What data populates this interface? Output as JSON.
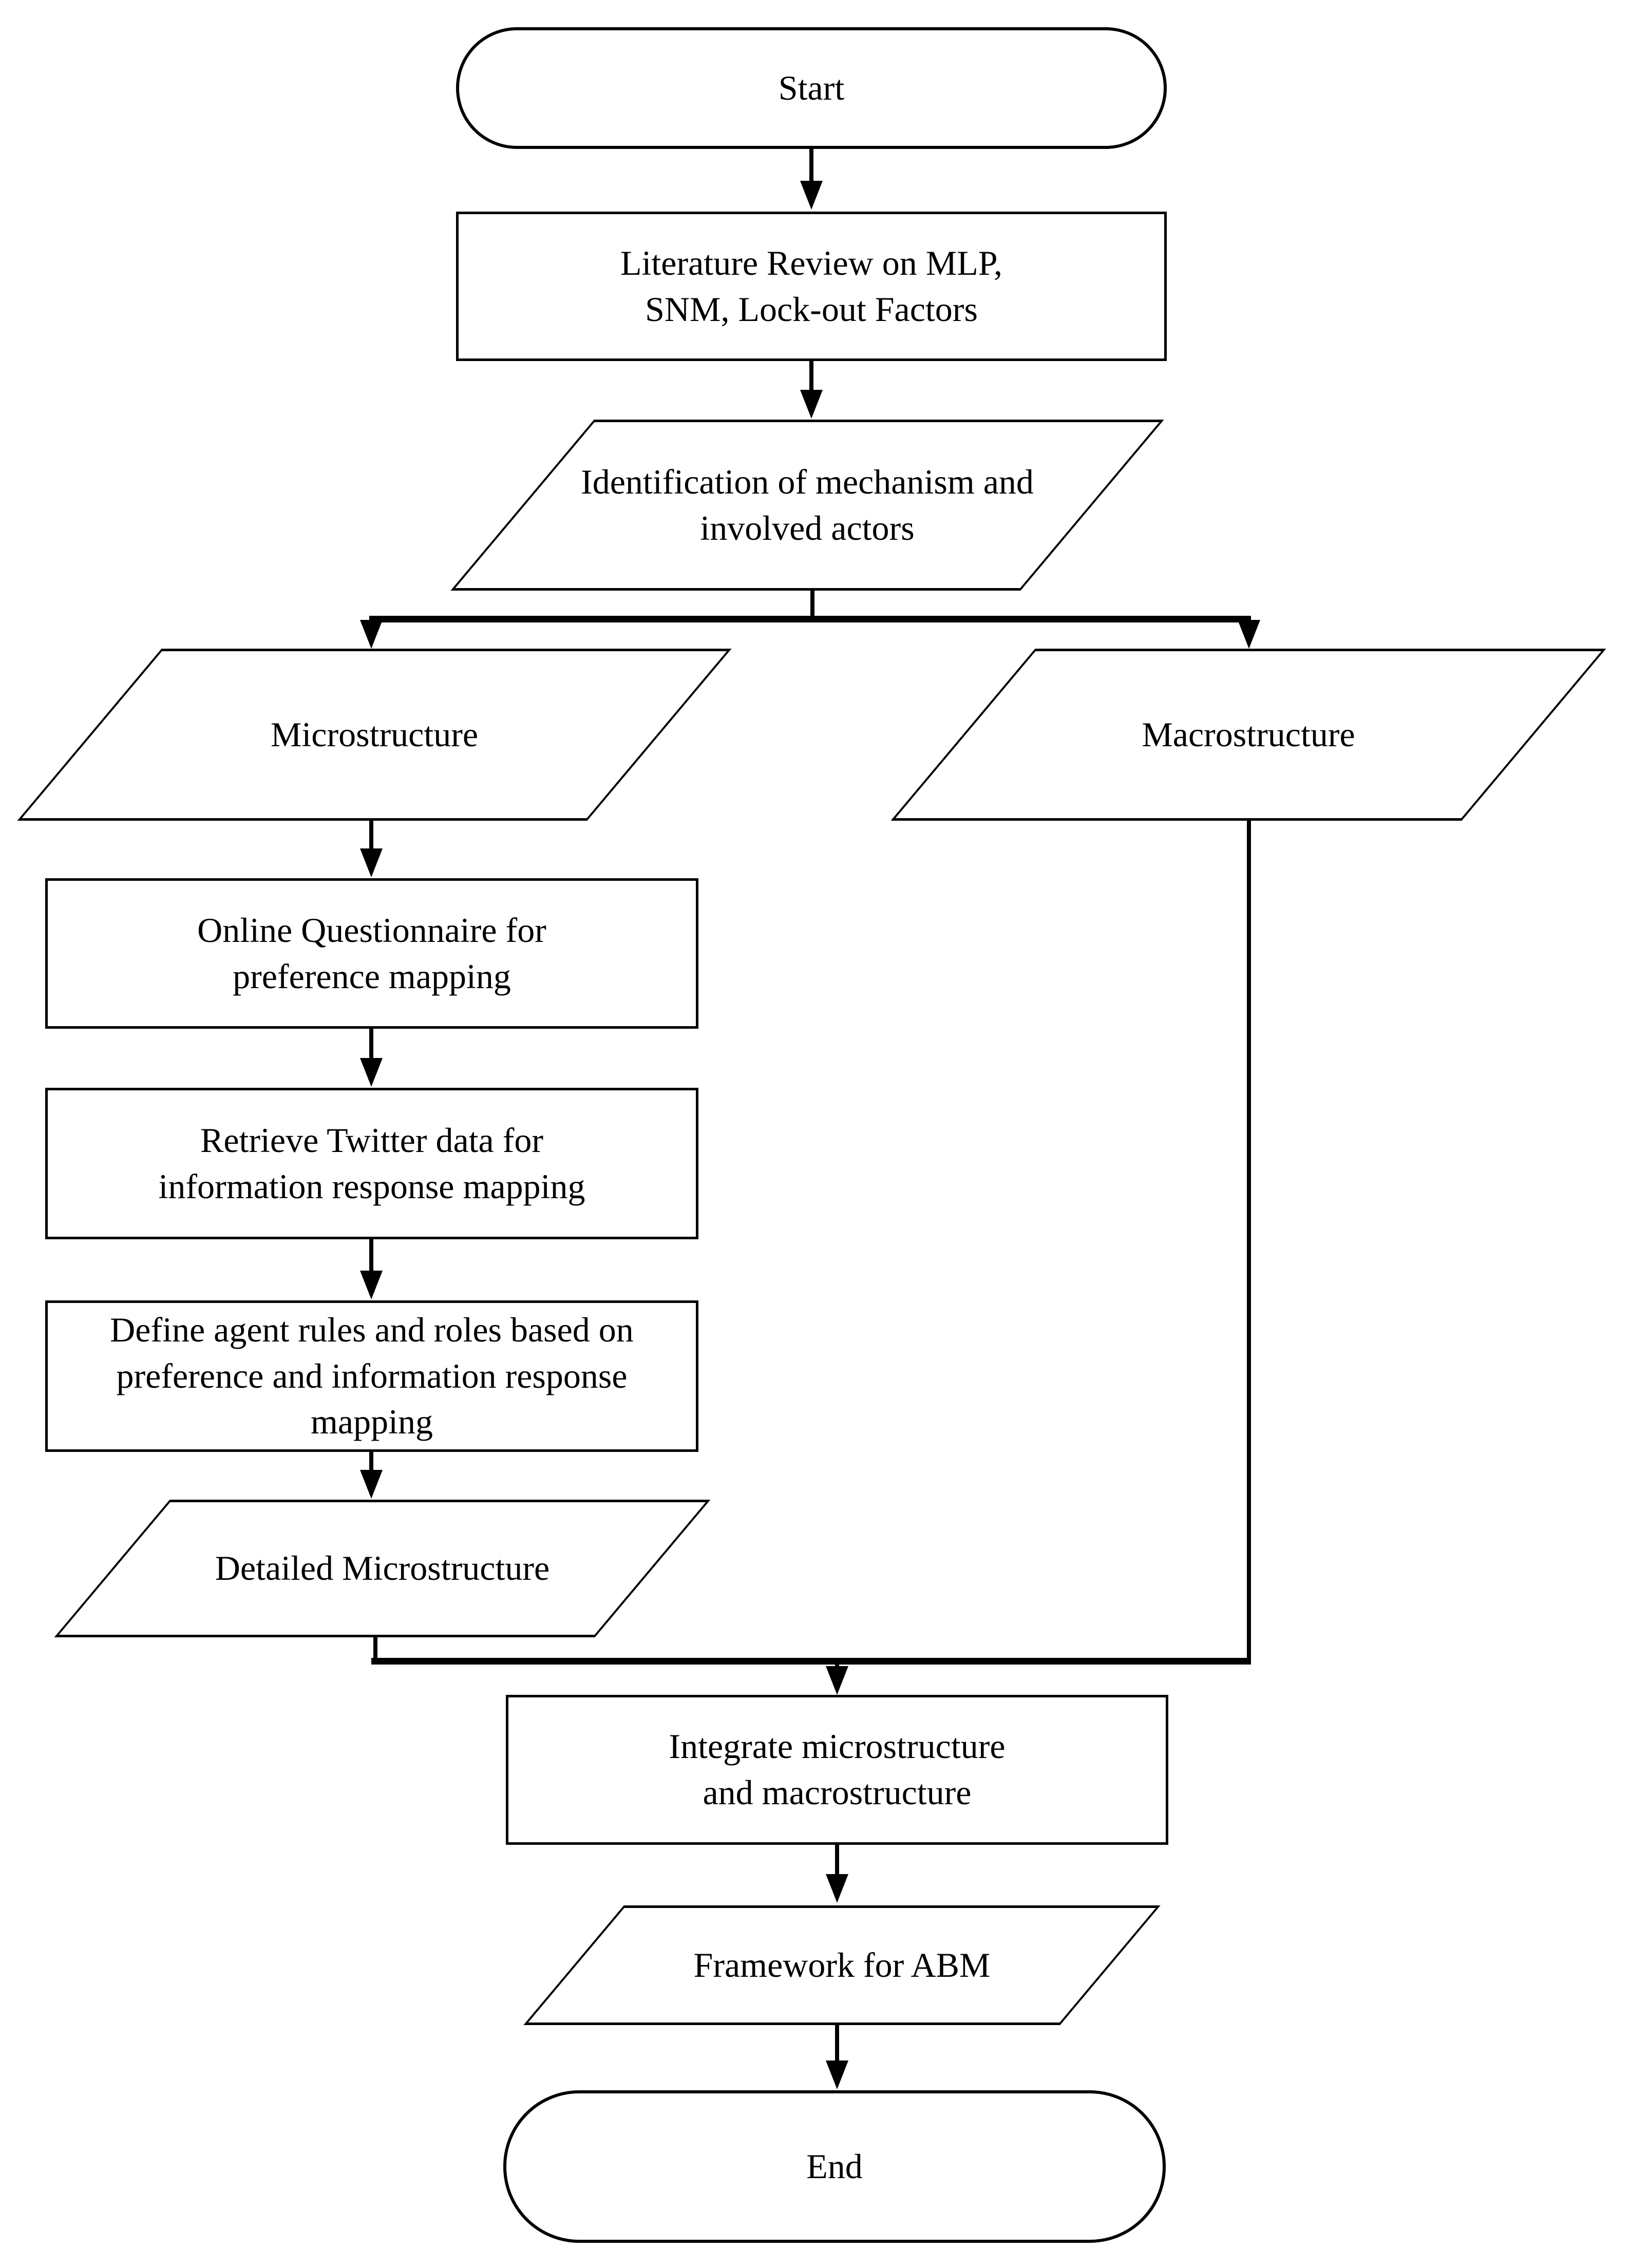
{
  "diagram": {
    "type": "flowchart",
    "colors": {
      "stroke": "#000000",
      "fill": "#ffffff",
      "background": "#ffffff"
    },
    "nodes": {
      "start": {
        "shape": "terminator",
        "label": "Start"
      },
      "literature": {
        "shape": "process",
        "lines": [
          "Literature Review on MLP,",
          "SNM, Lock-out Factors"
        ]
      },
      "identification": {
        "shape": "data",
        "lines": [
          "Identification of mechanism and",
          "involved actors"
        ]
      },
      "microstructure": {
        "shape": "data",
        "label": "Microstructure"
      },
      "macrostructure": {
        "shape": "data",
        "label": "Macrostructure"
      },
      "questionnaire": {
        "shape": "process",
        "lines": [
          "Online Questionnaire for",
          "preference mapping"
        ]
      },
      "twitter": {
        "shape": "process",
        "lines": [
          "Retrieve Twitter data for",
          "information response mapping"
        ]
      },
      "define": {
        "shape": "process",
        "lines": [
          "Define agent rules and roles based on",
          "preference and information response",
          "mapping"
        ]
      },
      "detailed": {
        "shape": "data",
        "label": "Detailed Microstructure"
      },
      "integrate": {
        "shape": "process",
        "lines": [
          "Integrate microstructure",
          "and macrostructure"
        ]
      },
      "framework": {
        "shape": "data",
        "label": "Framework for ABM"
      },
      "end": {
        "shape": "terminator",
        "label": "End"
      }
    },
    "edges": [
      {
        "from": "start",
        "to": "literature"
      },
      {
        "from": "literature",
        "to": "identification"
      },
      {
        "from": "identification",
        "to": "microstructure"
      },
      {
        "from": "identification",
        "to": "macrostructure"
      },
      {
        "from": "microstructure",
        "to": "questionnaire"
      },
      {
        "from": "questionnaire",
        "to": "twitter"
      },
      {
        "from": "twitter",
        "to": "define"
      },
      {
        "from": "define",
        "to": "detailed"
      },
      {
        "from": "detailed",
        "to": "integrate"
      },
      {
        "from": "macrostructure",
        "to": "integrate"
      },
      {
        "from": "integrate",
        "to": "framework"
      },
      {
        "from": "framework",
        "to": "end"
      }
    ]
  }
}
